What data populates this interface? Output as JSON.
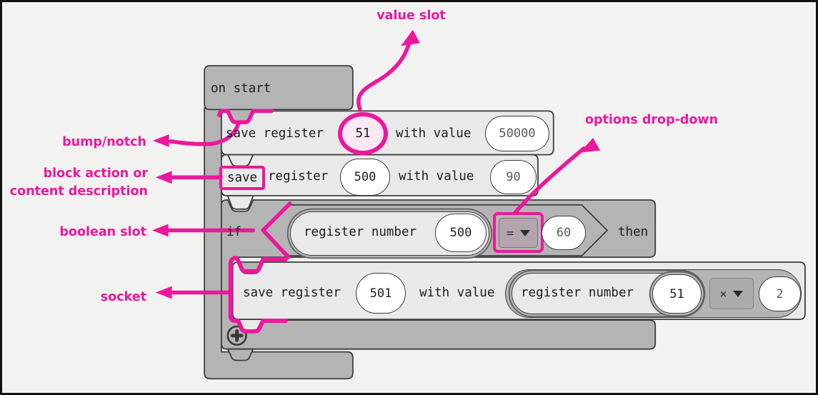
{
  "colors": {
    "accent_pink": "#eb189c",
    "pink_slot_fill": "#fce7f5",
    "block_light_gray": "#e9e9e9",
    "block_medium_gray": "#b4b4b4",
    "mauve_dropdown": "#b3a4ad",
    "workspace_background": "#f2f2f1"
  },
  "annotations": {
    "value_slot": "value slot",
    "options_dropdown": "options drop-down",
    "bump_notch": "bump/notch",
    "block_action_line1": "block action or",
    "block_action_line2": "content description",
    "boolean_slot": "boolean slot",
    "socket": "socket"
  },
  "on_start": {
    "label": "on start"
  },
  "block1": {
    "text1": "save register",
    "register": "51",
    "text2": "with value",
    "value": "50000"
  },
  "block2": {
    "action": "save",
    "text1": "register",
    "register": "500",
    "text2": "with value",
    "value": "90"
  },
  "if_block": {
    "keyword_if": "if",
    "keyword_then": "then",
    "condition": {
      "label": "register number",
      "register": "500",
      "operator": "=",
      "value": "60"
    }
  },
  "nested_block": {
    "text1": "save register",
    "register": "501",
    "text2": "with value",
    "expression": {
      "label": "register number",
      "register": "51",
      "operator": "×",
      "operand": "2"
    }
  }
}
